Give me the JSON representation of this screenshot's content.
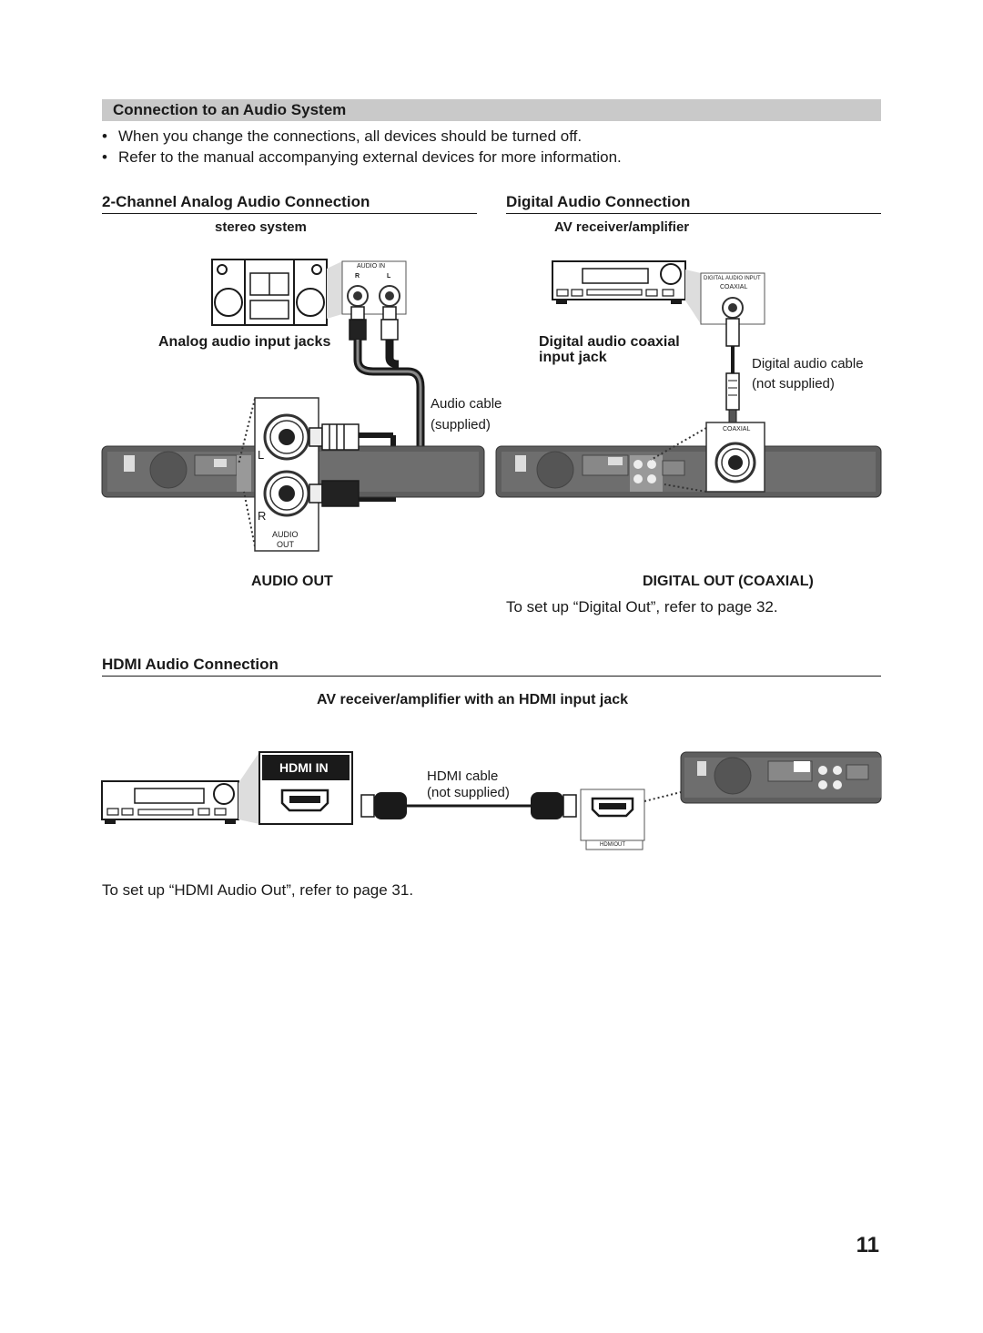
{
  "section": {
    "title": "Connection to an Audio System"
  },
  "bullets": [
    "When you change the connections, all devices should be turned off.",
    "Refer to the manual accompanying external devices for more information."
  ],
  "analog": {
    "heading": "2-Channel Analog Audio Connection",
    "device": "stereo system",
    "audio_in": "AUDIO IN",
    "r": "R",
    "l": "L",
    "input_jacks": "Analog audio input jacks",
    "cable_line1": "Audio cable",
    "cable_line2": "(supplied)",
    "jack_l": "L",
    "jack_r": "R",
    "audio_label_1": "AUDIO",
    "audio_label_2": "OUT",
    "out_label": "AUDIO OUT"
  },
  "digital": {
    "heading": "Digital Audio Connection",
    "device": "AV receiver/amplifier",
    "digital_audio_input": "DIGITAL AUDIO INPUT",
    "coaxial_small": "COAXIAL",
    "input_jack_line1": "Digital audio coaxial",
    "input_jack_line2": "input jack",
    "cable_line1": "Digital audio cable",
    "cable_line2": "(not supplied)",
    "coaxial_box": "COAXIAL",
    "out_label": "DIGITAL OUT (COAXIAL)",
    "note": "To set up “Digital Out”, refer to page 32."
  },
  "hdmi": {
    "heading": "HDMI Audio Connection",
    "device": "AV receiver/amplifier with an HDMI input jack",
    "hdmi_in": "HDMI IN",
    "cable_line1": "HDMI cable",
    "cable_line2": "(not supplied)",
    "hdmi_out": "HDMIOUT",
    "note": "To set up “HDMI Audio Out”, refer to page 31."
  },
  "page_number": "11"
}
